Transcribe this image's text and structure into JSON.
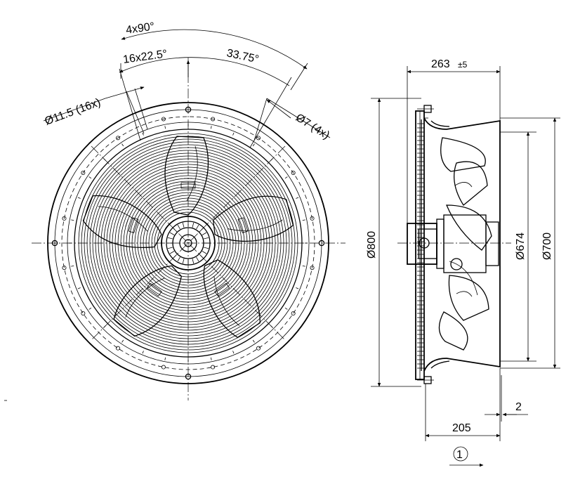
{
  "front_view": {
    "angle_holes": "4x90°",
    "angle_pitch": "16x22.5°",
    "angle_offset": "33.75°",
    "hole_small": "Ø11.5 (16x)",
    "hole_large": "Ø7 (4x)"
  },
  "side_view": {
    "depth": "263",
    "depth_tolerance": "±5",
    "dia_outer": "Ø800",
    "dia_inner": "Ø674",
    "dia_flange": "Ø700",
    "gap": "2",
    "length": "205",
    "airflow_marker": "1"
  }
}
